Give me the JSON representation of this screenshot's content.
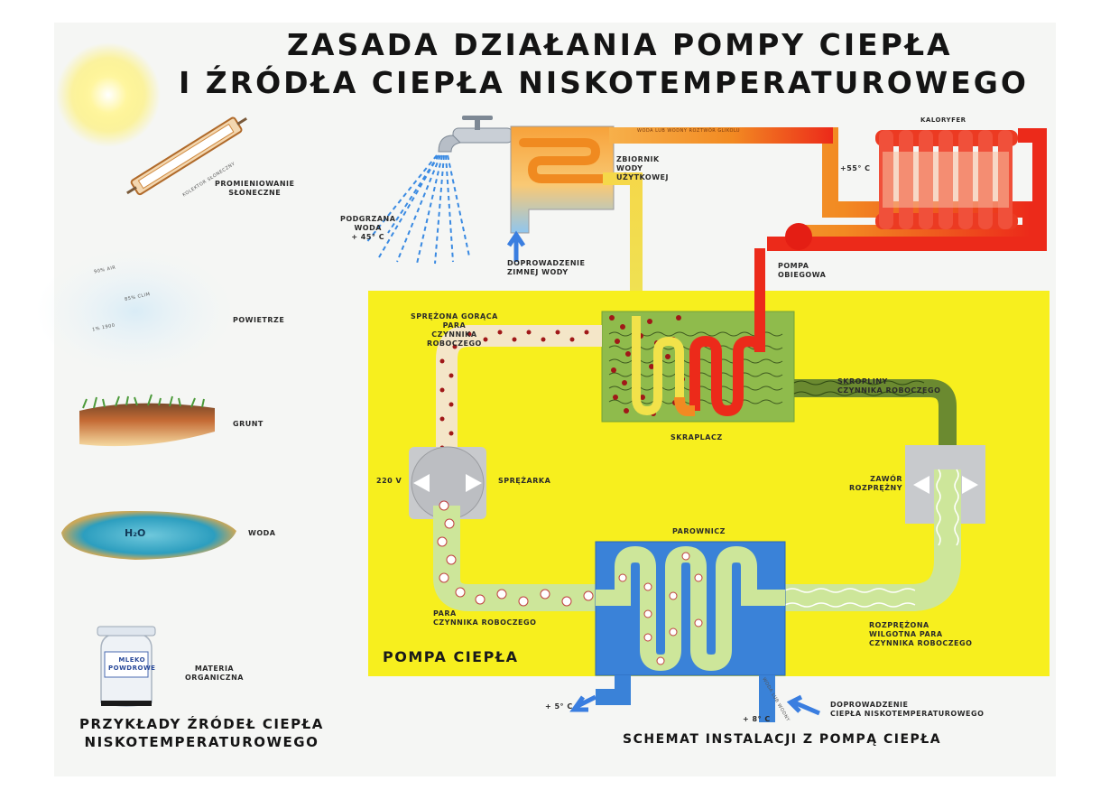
{
  "title": {
    "line1": "ZASADA  DZIAŁANIA POMPY  CIEPŁA",
    "line2": "I  ŹRÓDŁA  CIEPŁA  NISKOTEMPERATUROWEGO"
  },
  "sources": {
    "solar": [
      "PROMIENIOWANIE",
      "SŁONECZNE"
    ],
    "collector_text": "KOLEKTOR SŁONECZNY",
    "air": "POWIETRZE",
    "air_small": [
      "90% AIR",
      "85% CLIM",
      "1% 1900"
    ],
    "ground": "GRUNT",
    "water": "WODA",
    "water_formula": "H₂O",
    "organic": [
      "MATERIA",
      "ORGANICZNA"
    ],
    "jar_label": [
      "MLEKO",
      "POWDROWE"
    ],
    "footer": [
      "PRZYKŁADY  ŹRÓDEŁ  CIEPŁA",
      "NISKOTEMPERATUROWEGO"
    ]
  },
  "installation": {
    "pipe_text": "WODA  LUB  WODNY  ROZTWÓR  GLIKOLU",
    "radiator": "KALORYFER",
    "temp_55": "+55° C",
    "tank": [
      "ZBIORNIK",
      "WODY",
      "UŻYTKOWEJ"
    ],
    "heated_water": [
      "PODGRZANA",
      "WODA",
      "+ 45° C"
    ],
    "cold_water": [
      "DOPROWADZENIE",
      "ZIMNEJ  WODY"
    ],
    "pump": [
      "POMPA",
      "OBIEGOWA"
    ],
    "hot_gas": [
      "SPRĘŻONA  GORĄCA",
      "PARA",
      "CZYNNIKA",
      "ROBOCZEGO"
    ],
    "condensate": [
      "SKROPLINY",
      "CZYNNIKA  ROBOCZEGO"
    ],
    "condenser": "SKRAPLACZ",
    "voltage": "220 V",
    "compressor": "SPRĘŻARKA",
    "valve": [
      "ZAWÓR",
      "ROZPRĘŻNY"
    ],
    "evaporator": "PAROWNICZ",
    "vapor": [
      "PARA",
      "CZYNNIKA  ROBOCZEGO"
    ],
    "expanded": [
      "ROZPRĘŻONA",
      "WILGOTNA  PARA",
      "CZYNNIKA  ROBOCZEGO"
    ],
    "heat_pump_label": "POMPA  CIEPŁA",
    "out_temp": "+ 5° C",
    "in_temp": "+ 8° C",
    "inlet_small": "WODA  LUB  WODNY",
    "low_temp_source": [
      "DOPROWADZENIE",
      "CIEPŁA  NISKOTEMPERATUROWEGO"
    ],
    "footer": "SCHEMAT  INSTALACJI  Z  POMPĄ  CIEPŁA"
  },
  "colors": {
    "yellow_panel": "#f7ef1e",
    "hot_pipe": "#ec2a1a",
    "warm_pipe": "#f28a22",
    "cool_pipe": "#c6e08a",
    "blue": "#3a7ee0"
  }
}
